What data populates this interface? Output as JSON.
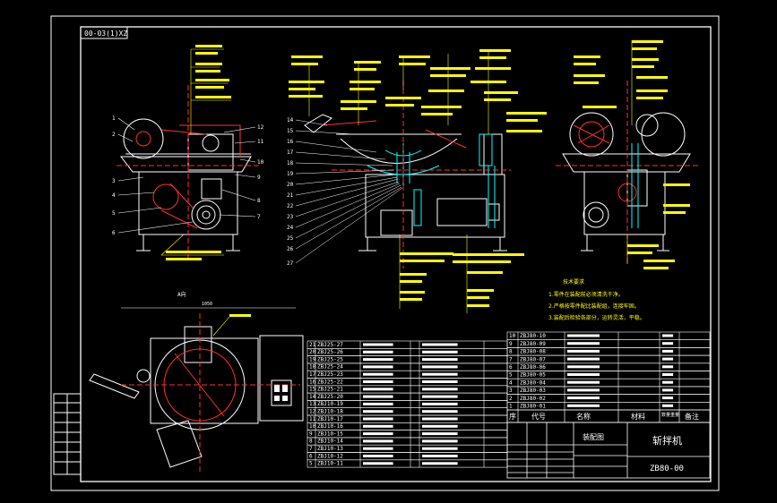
{
  "drawing": {
    "code_box": "00-03(1)XZ",
    "plan_view_title": "A向",
    "view_dim": "1050",
    "assembly_label": "装配图",
    "product_name": "斩拌机",
    "drawing_number": "ZB80-00"
  },
  "tech_requirements": {
    "title": "技术要求",
    "items": [
      "1.零件在装配前必须清洗干净。",
      "2.严格按零件配比装配组，连接牢固。",
      "3.装配后检验各部分，运转灵活，平稳。"
    ]
  },
  "balloons_front": [
    "1",
    "2",
    "3",
    "4",
    "5",
    "6",
    "7",
    "8",
    "9",
    "10",
    "11",
    "12"
  ],
  "balloons_side": [
    "14",
    "15",
    "16",
    "17",
    "18",
    "19",
    "20",
    "21",
    "22",
    "23",
    "24",
    "25",
    "26",
    "27"
  ],
  "bom_header": {
    "seq": "序",
    "code": "代号",
    "name": "名称",
    "qty": "数量",
    "material": "材料",
    "weight": "重量",
    "note": "备注"
  },
  "bom_left": [
    {
      "no": "21",
      "code": "ZBJ25-27"
    },
    {
      "no": "20",
      "code": "ZBJ25-26"
    },
    {
      "no": "19",
      "code": "ZBJ25-25"
    },
    {
      "no": "18",
      "code": "ZBJ25-24"
    },
    {
      "no": "17",
      "code": "ZBJ25-23"
    },
    {
      "no": "16",
      "code": "ZBJ25-22"
    },
    {
      "no": "15",
      "code": "ZBJ25-21"
    },
    {
      "no": "14",
      "code": "ZBJ25-20"
    },
    {
      "no": "13",
      "code": "ZBJ10-19"
    },
    {
      "no": "12",
      "code": "ZBJ10-18"
    },
    {
      "no": "11",
      "code": "ZBJ10-17"
    },
    {
      "no": "10",
      "code": "ZBJ10-16"
    },
    {
      "no": "9",
      "code": "ZBJ10-15"
    },
    {
      "no": "8",
      "code": "ZBJ10-14"
    },
    {
      "no": "7",
      "code": "ZBJ10-13"
    },
    {
      "no": "6",
      "code": "ZBJ10-12"
    },
    {
      "no": "5",
      "code": "ZBJ10-11"
    }
  ],
  "bom_right": [
    {
      "no": "10",
      "code": "ZBJ80-10"
    },
    {
      "no": "9",
      "code": "ZBJ80-09"
    },
    {
      "no": "8",
      "code": "ZBJ80-08"
    },
    {
      "no": "7",
      "code": "ZBJ80-07"
    },
    {
      "no": "6",
      "code": "ZBJ80-06"
    },
    {
      "no": "5",
      "code": "ZBJ80-05"
    },
    {
      "no": "4",
      "code": "ZBJ80-04"
    },
    {
      "no": "3",
      "code": "ZBJ80-03"
    },
    {
      "no": "2",
      "code": "ZBJ80-02"
    },
    {
      "no": "1",
      "code": "ZBJ80-01"
    }
  ],
  "colors": {
    "background": "#000000",
    "outer_window": "#d4d0c8",
    "linework": "#ffffff",
    "callouts": "#ffff00",
    "parts": "#ff3030",
    "hidden_lines": "#00ffff"
  }
}
